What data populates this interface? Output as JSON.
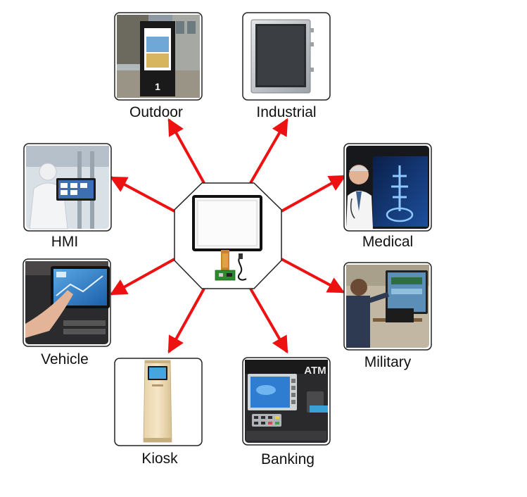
{
  "colors": {
    "arrow": "#ee1111",
    "tile_border": "#222222",
    "center_border": "#222222"
  },
  "center": {
    "name": "capacitive-touch-screen-panel",
    "icon": "touch-panel-with-fpc-cable-icon"
  },
  "applications": [
    {
      "id": "outdoor",
      "label": "Outdoor",
      "icon": "outdoor-digital-signage-icon"
    },
    {
      "id": "industrial",
      "label": "Industrial",
      "icon": "industrial-panel-monitor-icon"
    },
    {
      "id": "hmi",
      "label": "HMI",
      "icon": "factory-hmi-touchscreen-icon"
    },
    {
      "id": "medical",
      "label": "Medical",
      "icon": "medical-imaging-display-icon"
    },
    {
      "id": "vehicle",
      "label": "Vehicle",
      "icon": "car-dashboard-touchscreen-icon"
    },
    {
      "id": "military",
      "label": "Military",
      "icon": "military-command-station-icon"
    },
    {
      "id": "kiosk",
      "label": "Kiosk",
      "icon": "standing-kiosk-icon"
    },
    {
      "id": "banking",
      "label": "Banking",
      "icon": "atm-machine-icon"
    }
  ]
}
